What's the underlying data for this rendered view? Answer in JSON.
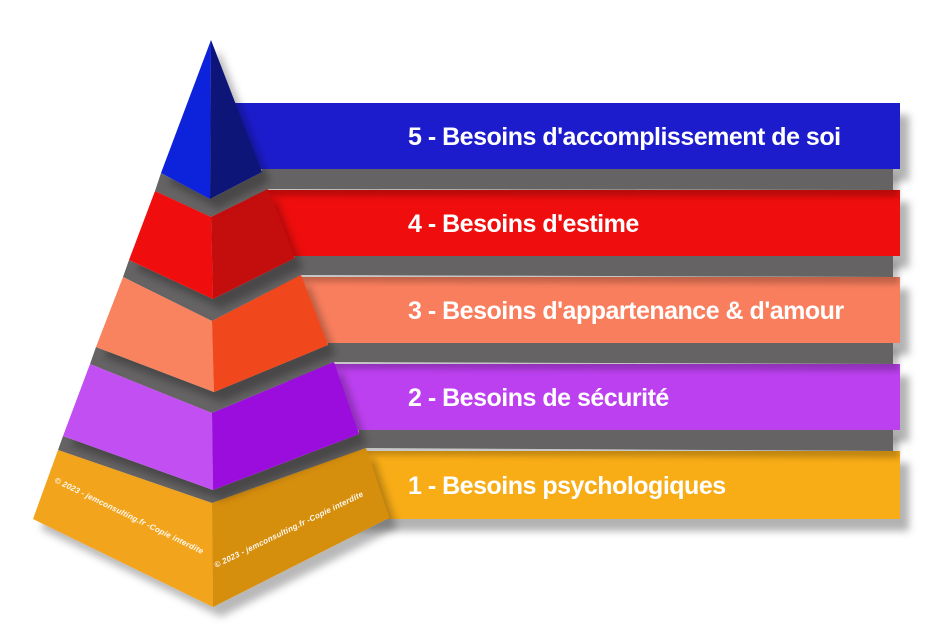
{
  "background_color": "#FFFFFF",
  "label_text_color": "#FFFFFF",
  "gap_band_color": "#656464",
  "levels": [
    {
      "rank": 5,
      "label": "5 - Besoins d'accomplissement de soi",
      "bar_color": "#1B1FCC",
      "face_left_color": "#0B20DB",
      "face_right_color": "#101478"
    },
    {
      "rank": 4,
      "label": "4 - Besoins d'estime",
      "bar_color": "#EF0E0E",
      "face_left_color": "#F01010",
      "face_right_color": "#C40A0A"
    },
    {
      "rank": 3,
      "label": "3 - Besoins d'appartenance & d'amour",
      "bar_color": "#F97E5D",
      "face_left_color": "#F9825F",
      "face_right_color": "#F1471D"
    },
    {
      "rank": 2,
      "label": "2 - Besoins de sécurité",
      "bar_color": "#BC40F0",
      "face_left_color": "#C250F2",
      "face_right_color": "#9B0EDC"
    },
    {
      "rank": 1,
      "label": "1 - Besoins psychologiques",
      "bar_color": "#F8AC14",
      "face_left_color": "#F2A41C",
      "face_right_color": "#D68E0C"
    }
  ],
  "watermark": {
    "text": "© 2023 - jemconsulting.fr -Copie interdite",
    "color": "#FFFFFF"
  }
}
